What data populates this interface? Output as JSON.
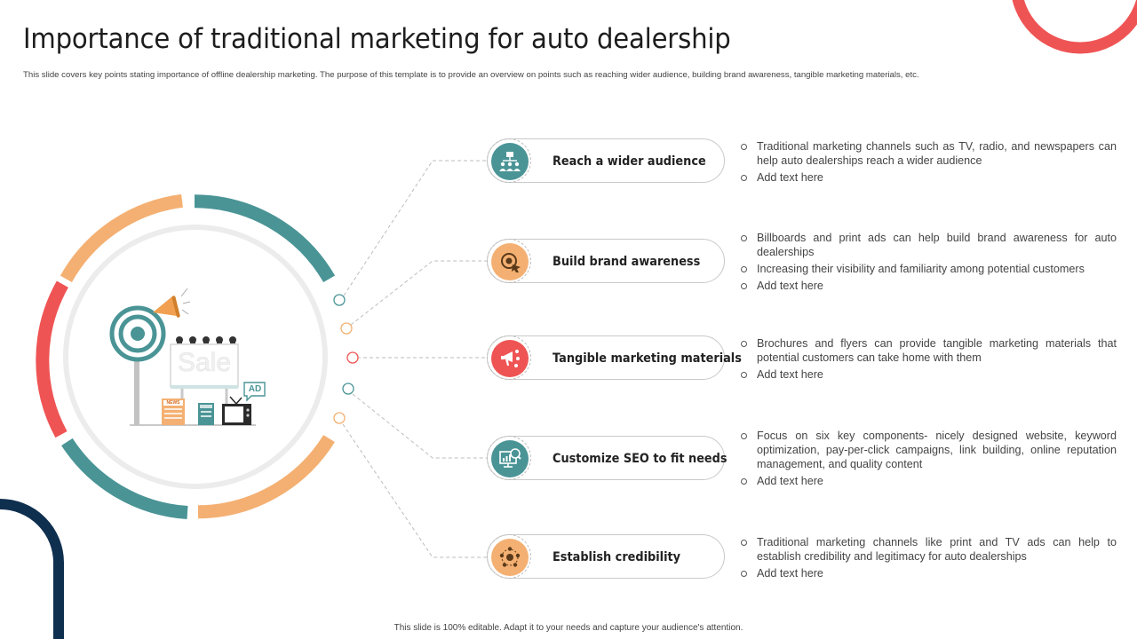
{
  "header": {
    "title": "Importance of traditional marketing for auto dealership",
    "subtitle": "This slide covers key points stating importance of offline dealership marketing. The purpose of this template is to provide an overview on points such as reaching wider audience, building brand awareness, tangible marketing materials, etc."
  },
  "colors": {
    "teal": "#4a9496",
    "orange": "#f4b072",
    "red": "#ef5454",
    "navy": "#0f2f4f"
  },
  "illustration": {
    "sign_text": "Sale",
    "ad_badge": "AD",
    "news_label": "NEWS"
  },
  "points": [
    {
      "label": "Reach a wider audience",
      "icon": "audience-network-icon",
      "color": "teal",
      "bullets": [
        "Traditional marketing channels such as TV, radio, and newspapers can help auto dealerships reach a wider audience",
        "Add text here"
      ]
    },
    {
      "label": "Build brand awareness",
      "icon": "brand-target-icon",
      "color": "orange",
      "bullets": [
        "Billboards and print ads can help build brand awareness for auto dealerships",
        "Increasing their visibility and familiarity among potential customers",
        "Add text here"
      ]
    },
    {
      "label": "Tangible marketing materials",
      "icon": "megaphone-people-icon",
      "color": "red",
      "bullets": [
        "Brochures and flyers can provide tangible marketing materials that potential customers can take home with them",
        "Add text here"
      ]
    },
    {
      "label": "Customize SEO to fit needs",
      "icon": "seo-monitor-icon",
      "color": "teal",
      "bullets": [
        "Focus on six key components- nicely designed website, keyword optimization, pay-per-click campaigns, link building, online reputation management, and quality content",
        "Add text here"
      ]
    },
    {
      "label": "Establish credibility",
      "icon": "credibility-group-icon",
      "color": "orange",
      "bullets": [
        "Traditional marketing channels like print and TV ads can help to establish credibility and legitimacy for auto dealerships",
        "Add text here"
      ]
    }
  ],
  "footer": "This slide is 100% editable. Adapt it to your needs and capture your audience's attention."
}
